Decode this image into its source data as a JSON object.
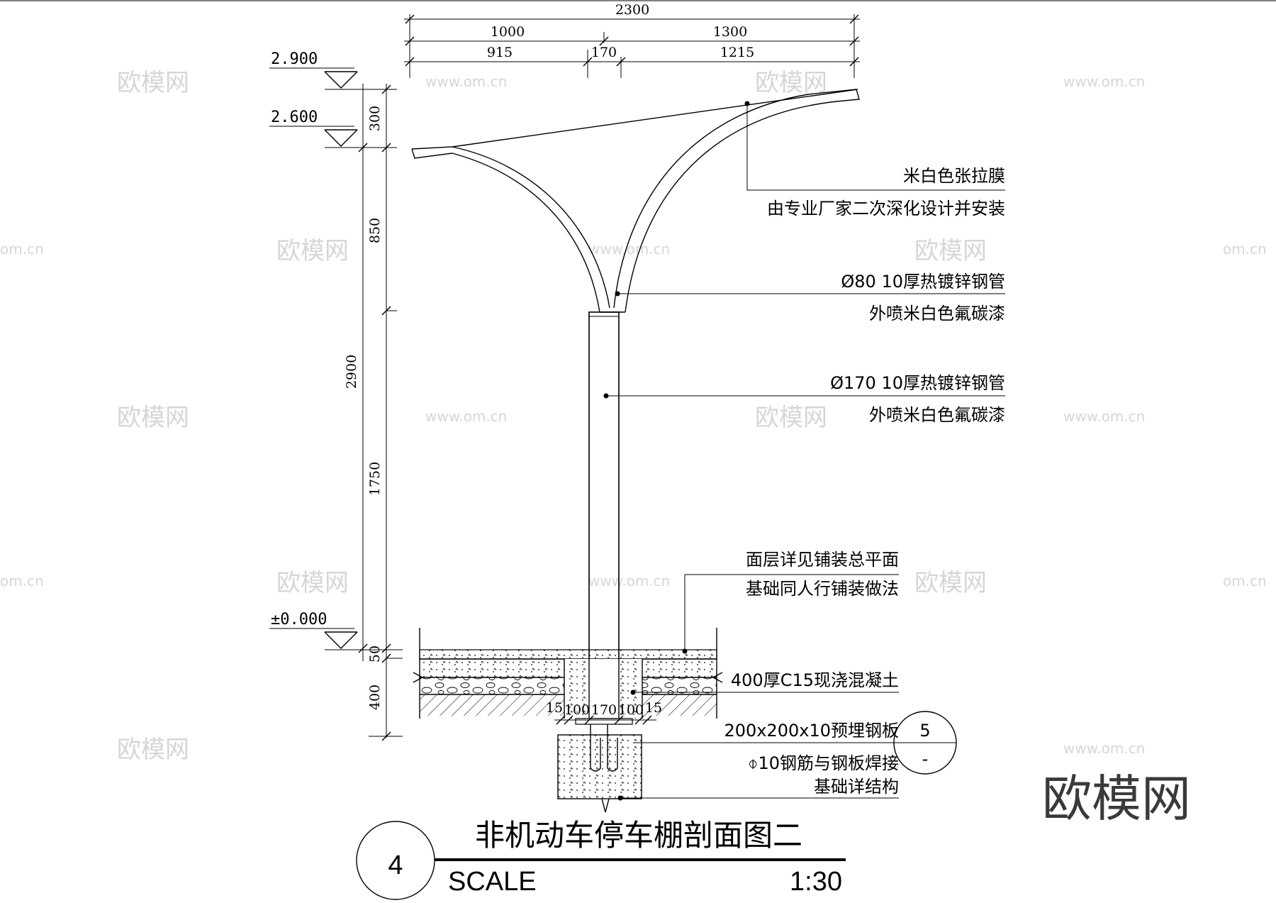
{
  "drawing": {
    "title": "非机动车停车棚剖面图二",
    "detail_number": "4",
    "scale_label": "SCALE",
    "scale_value": "1:30",
    "ref_bubble": {
      "top": "5",
      "bottom": "-"
    }
  },
  "top_dims": {
    "overall": "2300",
    "left": "1000",
    "right": "1300",
    "sub_left": "915",
    "sub_mid": "170",
    "sub_right": "1215"
  },
  "levels": [
    "2.900",
    "2.600",
    "±0.000"
  ],
  "side_dims": [
    "300",
    "850",
    "2900",
    "1750",
    "50",
    "400"
  ],
  "footing_dims": [
    "15",
    "100",
    "170",
    "100",
    "15"
  ],
  "notes": {
    "membrane": [
      "米白色张拉膜",
      "由专业厂家二次深化设计并安装"
    ],
    "pipe80": [
      "Ø80 10厚热镀锌钢管",
      "外喷米白色氟碳漆"
    ],
    "pipe170": [
      "Ø170 10厚热镀锌钢管",
      "外喷米白色氟碳漆"
    ],
    "surface": [
      "面层详见铺装总平面",
      "基础同人行铺装做法"
    ],
    "concrete": "400厚C15现浇混凝土",
    "embed": [
      "200x200x10预埋钢板",
      "⌽10钢筋与钢板焊接",
      "基础详结构"
    ]
  },
  "watermarks": {
    "logo": "欧模网",
    "url": "www.om.cn",
    "url_short": "om.cn"
  }
}
